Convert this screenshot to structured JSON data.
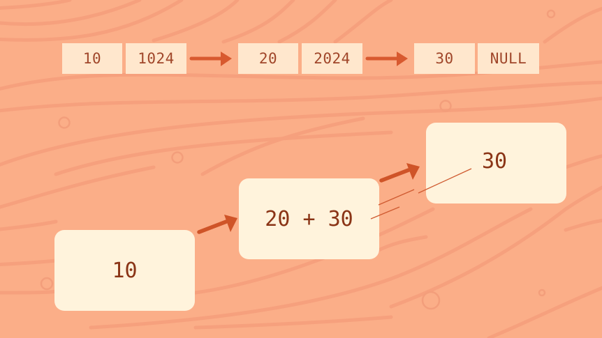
{
  "colors": {
    "background": "#fbae88",
    "background_wave": "#f6a07d",
    "cell_fill": "#ffe7cd",
    "cell_text": "#a0462a",
    "card_fill": "#fff3dc",
    "card_text": "#8a3416",
    "arrow": "#d8592f"
  },
  "linked_list": {
    "nodes": [
      {
        "value": "10",
        "next": "1024"
      },
      {
        "value": "20",
        "next": "2024"
      },
      {
        "value": "30",
        "next": "NULL"
      }
    ]
  },
  "cards": [
    {
      "label": "10"
    },
    {
      "label": "20 + 30"
    },
    {
      "label": "30"
    }
  ],
  "icons": {
    "list_arrow": "arrow-right-icon",
    "card_arrow": "arrow-diagonal-icon"
  }
}
